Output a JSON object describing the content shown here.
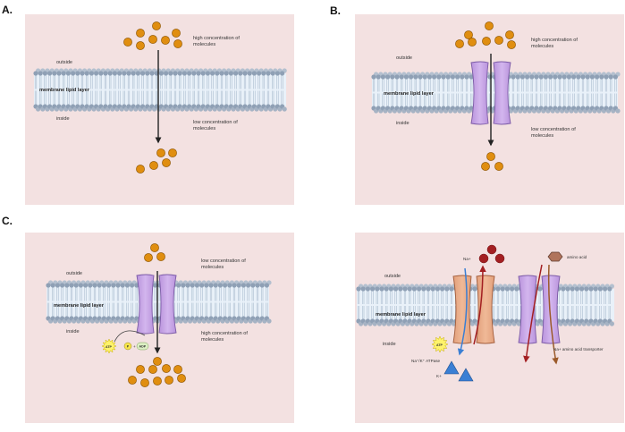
{
  "panels": {
    "a": {
      "letter": "A.",
      "high_conc": [
        "high concentration of",
        "molecules"
      ],
      "low_conc": [
        "low concentration of",
        "molecules"
      ],
      "outside": "outside",
      "inside": "inside",
      "membrane": "membrane lipid layer"
    },
    "b": {
      "letter": "B.",
      "high_conc": [
        "high concentration of",
        "molecules"
      ],
      "low_conc": [
        "low concentration of",
        "molecules"
      ],
      "outside": "outside",
      "inside": "inside",
      "membrane": "membrane lipid layer"
    },
    "c": {
      "letter": "C.",
      "low_conc": [
        "low concentration of",
        "molecules"
      ],
      "high_conc": [
        "high concentration of",
        "molecules"
      ],
      "outside": "outside",
      "inside": "inside",
      "membrane": "membrane lipid layer",
      "atp": "ATP",
      "p": "P",
      "plus": "+",
      "adp": "ADP"
    },
    "d": {
      "outside": "outside",
      "inside": "inside",
      "membrane": "membrane lipid layer",
      "na": "Na+",
      "k": "K+",
      "amino_acid": "amino acid",
      "atp": "ATP",
      "pump": "Na⁺/K⁺ ATPase",
      "transporter": "Na+ amino acid transporter"
    }
  },
  "colors": {
    "panel_bg": "#f3e1e1",
    "molecule": "#e08e10",
    "channel": "#c7a4e3",
    "pump": "#e8aa88",
    "sodium": "#a31f22",
    "potassium": "#3a7fd4",
    "amino_acid": "#b0745c"
  }
}
